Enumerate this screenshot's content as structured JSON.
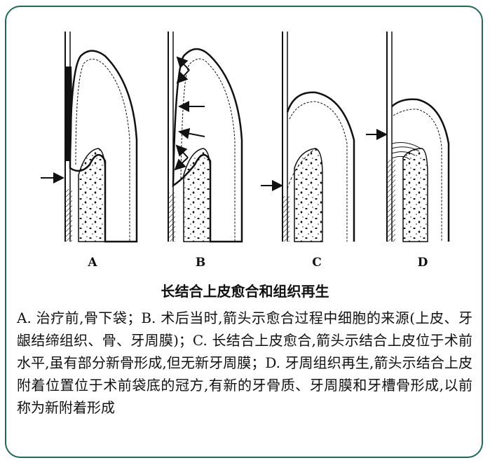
{
  "panels": [
    {
      "label": "A"
    },
    {
      "label": "B"
    },
    {
      "label": "C"
    },
    {
      "label": "D"
    }
  ],
  "figure": {
    "title": "长结合上皮愈合和组织再生",
    "caption": "A. 治疗前,骨下袋；B. 术后当时,箭头示愈合过程中细胞的来源(上皮、牙龈结缔组织、骨、牙周膜)；C. 长结合上皮愈合,箭头示结合上皮位于术前水平,虽有部分新骨形成,但无新牙周膜；D. 牙周组织再生,箭头示结合上皮附着位置位于术前袋底的冠方,有新的牙骨质、牙周膜和牙槽骨形成,以前称为新附着形成"
  },
  "colors": {
    "frame": "#1f6b4f",
    "ink": "#111111"
  }
}
